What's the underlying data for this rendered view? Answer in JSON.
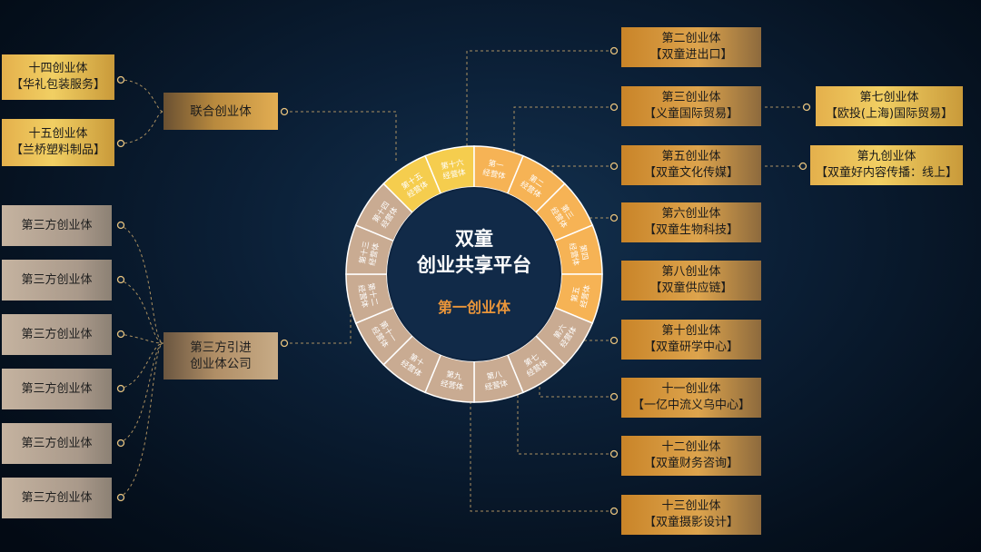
{
  "center": {
    "title_line1": "双童",
    "title_line2": "创业共享平台",
    "subtitle": "第一创业体"
  },
  "ring_segments": [
    {
      "line1": "第十六",
      "line2": "经营体",
      "color": "#f5cd4e"
    },
    {
      "line1": "第一",
      "line2": "经营体",
      "color": "#f6b355"
    },
    {
      "line1": "第二",
      "line2": "经营体",
      "color": "#f6b355"
    },
    {
      "line1": "第三",
      "line2": "经营体",
      "color": "#f6b355"
    },
    {
      "line1": "第四",
      "line2": "经营体",
      "color": "#f6b355"
    },
    {
      "line1": "第五",
      "line2": "经营体",
      "color": "#f6b355"
    },
    {
      "line1": "第六",
      "line2": "经营体",
      "color": "#c9ab92"
    },
    {
      "line1": "第七",
      "line2": "经营体",
      "color": "#c9ab92"
    },
    {
      "line1": "第八",
      "line2": "经营体",
      "color": "#c9ab92"
    },
    {
      "line1": "第九",
      "line2": "经营体",
      "color": "#c9ab92"
    },
    {
      "line1": "第十",
      "line2": "经营体",
      "color": "#c9ab92"
    },
    {
      "line1": "第十一",
      "line2": "经营体",
      "color": "#c9ab92"
    },
    {
      "line1": "第十二",
      "line2": "经营体",
      "color": "#c9ab92"
    },
    {
      "line1": "第十三",
      "line2": "经营体",
      "color": "#c9ab92"
    },
    {
      "line1": "第十四",
      "line2": "经营体",
      "color": "#c9ab92"
    },
    {
      "line1": "第十五",
      "line2": "经营体",
      "color": "#f5cd4e"
    }
  ],
  "right_boxes": [
    {
      "title": "第二创业体",
      "sub": "【双童进出口】"
    },
    {
      "title": "第三创业体",
      "sub": "【义童国际贸易】"
    },
    {
      "title": "第五创业体",
      "sub": "【双童文化传媒】"
    },
    {
      "title": "第六创业体",
      "sub": "【双童生物科技】"
    },
    {
      "title": "第八创业体",
      "sub": "【双童供应链】"
    },
    {
      "title": "第十创业体",
      "sub": "【双童研学中心】"
    },
    {
      "title": "十一创业体",
      "sub": "【一亿中流义乌中心】"
    },
    {
      "title": "十二创业体",
      "sub": "【双童财务咨询】"
    },
    {
      "title": "十三创业体",
      "sub": "【双童摄影设计】"
    }
  ],
  "far_right_boxes": [
    {
      "title": "第七创业体",
      "sub": "【欧投(上海)国际贸易】"
    },
    {
      "title": "第九创业体",
      "sub": "【双童好内容传播：线上】"
    }
  ],
  "left_top_boxes": [
    {
      "title": "十四创业体",
      "sub": "【华礼包装服务】"
    },
    {
      "title": "十五创业体",
      "sub": "【兰桥塑料制品】"
    }
  ],
  "joint_box": {
    "label": "联合创业体"
  },
  "intro_box": {
    "line1": "第三方引进",
    "line2": "创业体公司"
  },
  "third_party_boxes": [
    {
      "label": "第三方创业体"
    },
    {
      "label": "第三方创业体"
    },
    {
      "label": "第三方创业体"
    },
    {
      "label": "第三方创业体"
    },
    {
      "label": "第三方创业体"
    },
    {
      "label": "第三方创业体"
    }
  ],
  "colors": {
    "ring_gold": "#f6b355",
    "ring_yellow": "#f5cd4e",
    "ring_beige": "#c9ab92",
    "center_dark": "#112a48",
    "subtitle_orange": "#e9953a",
    "connector": "#c8a56a"
  }
}
